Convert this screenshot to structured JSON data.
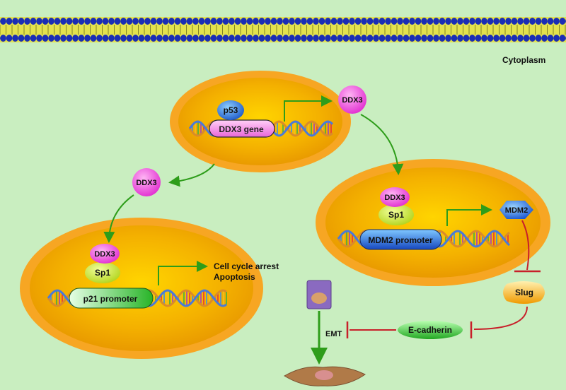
{
  "labels": {
    "compartment": "Cytoplasm",
    "gene_top": "DDX3  gene",
    "p53": "p53",
    "ddx3": "DDX3",
    "sp1": "Sp1",
    "mdm2": "MDM2",
    "mdm2_promoter": "MDM2  promoter",
    "p21_promoter": "p21  promoter",
    "cell_cycle_arrest": "Cell cycle arrest",
    "apoptosis": "Apoptosis",
    "slug": "Slug",
    "ecadherin": "E-cadherin",
    "emt": "EMT"
  },
  "colors": {
    "background": "#c9eec0",
    "nucleus_fill": "#f0a800",
    "nucleus_ring": "#f59a1e",
    "arrow_green": "#2e9d1a",
    "inhibit_red": "#c8202a",
    "membrane_blue": "#1a2db5",
    "membrane_yellow": "#e6e040",
    "ddx3_pink": "#ee44d8",
    "sp1_yellowgreen": "#c6e23a",
    "p53_blue": "#2a6ee0",
    "mdm2_blue": "#2a72e8",
    "p21_green": "#3cc83c",
    "slug_orange": "#f6a400",
    "ecadherin_green": "#38c238",
    "epithelial_purple": "#8a6ac0",
    "mesenchymal_brown": "#a07040"
  }
}
